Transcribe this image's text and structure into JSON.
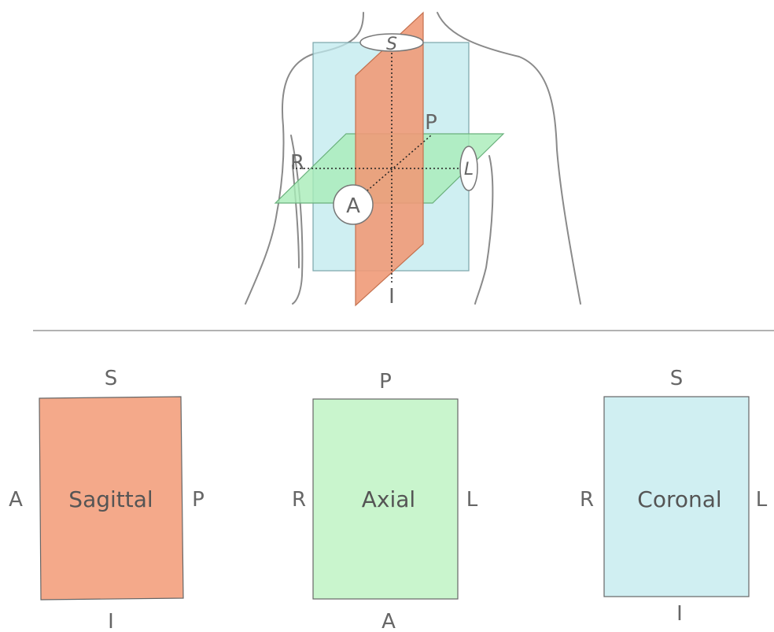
{
  "torso_figure": {
    "labels": {
      "superior": "S",
      "posterior": "P",
      "right": "R",
      "left": "L",
      "anterior": "A",
      "inferior": "I"
    }
  },
  "planes": [
    {
      "name": "Sagittal",
      "top": "S",
      "bottom": "I",
      "left": "A",
      "right": "P",
      "color": "#f4a98a"
    },
    {
      "name": "Axial",
      "top": "P",
      "bottom": "A",
      "left": "R",
      "right": "L",
      "color": "#c9f5cd"
    },
    {
      "name": "Coronal",
      "top": "S",
      "bottom": "I",
      "left": "R",
      "right": "L",
      "color": "#d0eff2"
    }
  ]
}
